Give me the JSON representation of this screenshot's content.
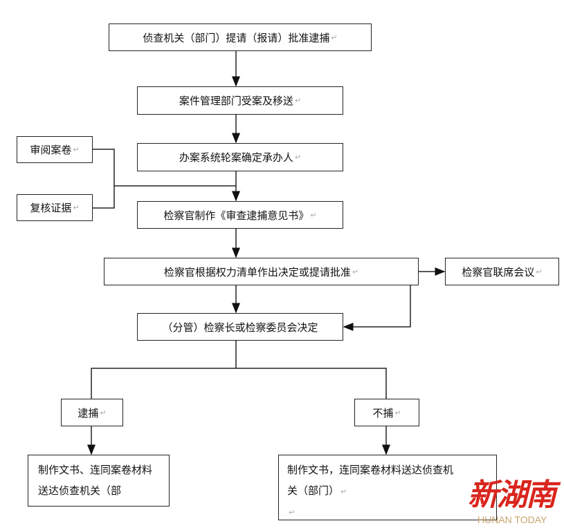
{
  "nodes": {
    "request": "侦查机关（部门）提请（报请）批准逮捕",
    "case_mgmt": "案件管理部门受案及移送",
    "assign": "办案系统轮案确定承办人",
    "review_file": "审阅案卷",
    "verify_evidence": "复核证据",
    "opinion": "检察官制作《审查逮捕意见书》",
    "decide": "检察官根据权力清单作出决定或提请批准",
    "joint_meeting": "检察官联席会议",
    "chief": "（分管）检察长或检察委员会决定",
    "arrest": "逮捕",
    "no_arrest": "不捕",
    "arrest_doc": "制作文书、连同案卷材料送达侦查机关（部",
    "no_arrest_doc_1": "制作文书，连同案卷材料送达侦查机",
    "no_arrest_doc_2": "关（部门）"
  },
  "watermark": {
    "logo": "新湖南",
    "sub": "HUNAN TODAY"
  },
  "return_mark": "↵"
}
